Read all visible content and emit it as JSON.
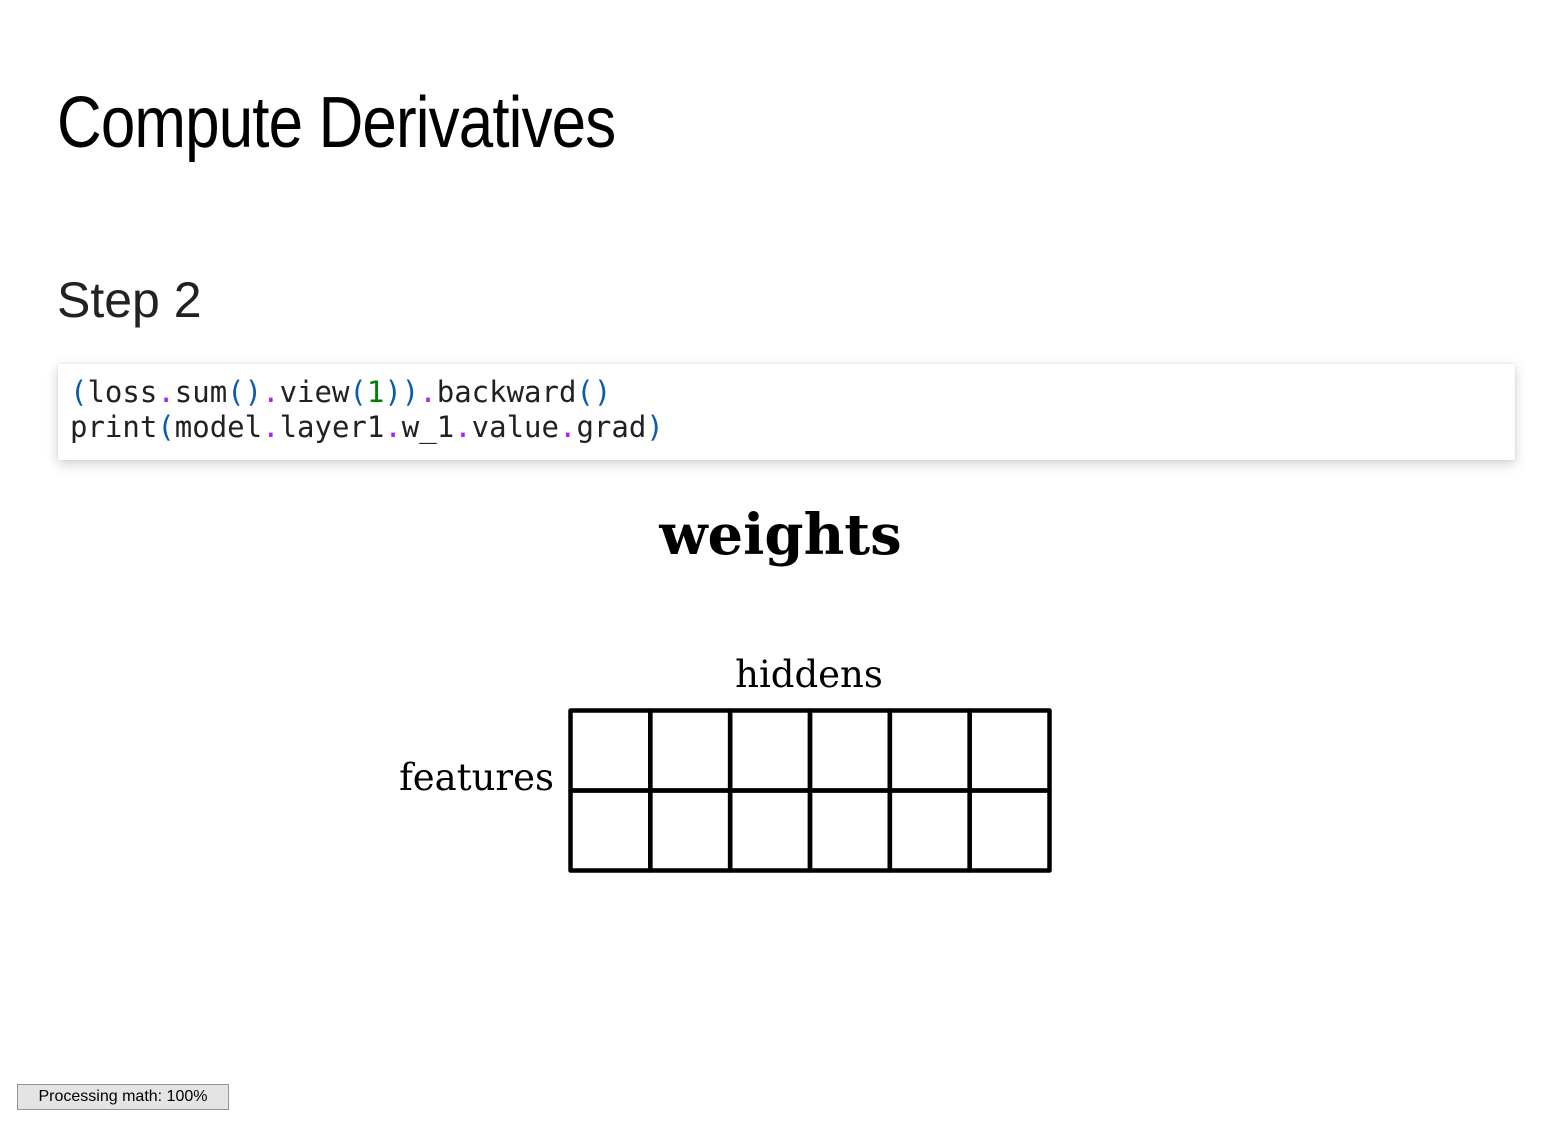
{
  "slide": {
    "title": "Compute Derivatives",
    "step": "Step 2"
  },
  "code_cell": {
    "lines": [
      [
        {
          "t": "(",
          "k": "p"
        },
        {
          "t": "loss",
          "k": "x"
        },
        {
          "t": ".",
          "k": "o"
        },
        {
          "t": "sum",
          "k": "x"
        },
        {
          "t": "()",
          "k": "p"
        },
        {
          "t": ".",
          "k": "o"
        },
        {
          "t": "view",
          "k": "x"
        },
        {
          "t": "(",
          "k": "p"
        },
        {
          "t": "1",
          "k": "n"
        },
        {
          "t": "))",
          "k": "p"
        },
        {
          "t": ".",
          "k": "o"
        },
        {
          "t": "backward",
          "k": "x"
        },
        {
          "t": "()",
          "k": "p"
        }
      ],
      [
        {
          "t": "print",
          "k": "x"
        },
        {
          "t": "(",
          "k": "p"
        },
        {
          "t": "model",
          "k": "x"
        },
        {
          "t": ".",
          "k": "o"
        },
        {
          "t": "layer1",
          "k": "x"
        },
        {
          "t": ".",
          "k": "o"
        },
        {
          "t": "w_1",
          "k": "x"
        },
        {
          "t": ".",
          "k": "o"
        },
        {
          "t": "value",
          "k": "x"
        },
        {
          "t": ".",
          "k": "o"
        },
        {
          "t": "grad",
          "k": "x"
        },
        {
          "t": ")",
          "k": "p"
        }
      ]
    ]
  },
  "figure": {
    "title": "weights",
    "column_label": "hiddens",
    "row_label": "features",
    "grid": {
      "rows": 2,
      "cols": 6
    }
  },
  "status": {
    "text": "Processing math: 100%"
  }
}
